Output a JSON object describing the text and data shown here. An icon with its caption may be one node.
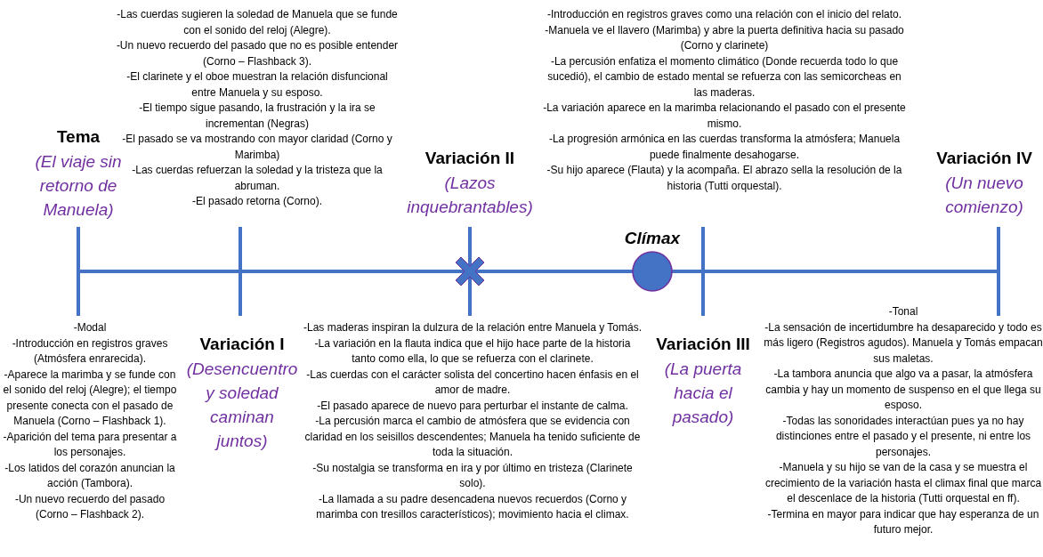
{
  "diagram": {
    "nodes": [
      {
        "text": [
          "Tema",
          "(El viaje sin retorno de Manuela)"
        ],
        "beside": [
          "-Modal",
          "-Introducción en registros graves (Atmósfera enrarecida).",
          "-Aparece la marimba y se funde con el sonido del reloj (Alegre); el tiempo presente conecta con el pasado de Manuela (Corno – Flashback 1).",
          "-Aparición del tema para presentar a los personajes.",
          "-Los latidos del corazón anuncian la acción (Tambora).",
          "-Un nuevo recuerdo del pasado (Corno – Flashback 2)."
        ]
      },
      {
        "text": [
          "Variación I",
          "(Desencuentro y soledad caminan juntos)"
        ],
        "beside": [
          "-Las cuerdas sugieren la soledad de Manuela que se funde con el sonido del reloj (Alegre).",
          "-Un nuevo recuerdo del pasado que no es posible entender (Corno – Flashback 3).",
          "-El clarinete y el oboe muestran la relación disfuncional entre Manuela y su esposo.",
          "-El tiempo sigue pasando, la frustración y la ira se incrementan (Negras)",
          "-El pasado se va mostrando con mayor claridad (Corno y Marimba)",
          "-Las cuerdas refuerzan la soledad y la tristeza que la abruman.",
          "-El pasado retorna (Corno)."
        ]
      },
      {
        "text": [
          "Variación II",
          "(Lazos inquebrantables)"
        ],
        "beside": [
          "-Las maderas inspiran la dulzura de la relación entre Manuela y Tomás.",
          "-La variación en la flauta indica que el hijo hace parte de la historia tanto como ella, lo que se refuerza con el clarinete.",
          "-Las cuerdas con el carácter solista del concertino hacen énfasis en el amor de madre.",
          "-El pasado aparece de nuevo para perturbar el instante de calma.",
          "-La percusión marca el cambio de atmósfera que se evidencia con claridad en los seisillos descendentes; Manuela ha tenido suficiente de toda la situación.",
          "-Su nostalgia se transforma en ira y por último en tristeza (Clarinete solo).",
          "-La llamada a su padre desencadena nuevos recuerdos (Corno y marimba con tresillos característicos); movimiento hacia el climax."
        ]
      },
      {
        "text": [
          "Clímax"
        ]
      },
      {
        "text": [
          "Variación III",
          "(La puerta hacia el pasado)"
        ],
        "beside": [
          "-Introducción en registros graves como una relación con el inicio del relato.",
          "-Manuela ve el llavero (Marimba) y abre la puerta definitiva hacia su pasado (Corno y clarinete)",
          "-La percusión enfatiza el momento climático (Donde recuerda todo lo que sucedió), el cambio de estado mental se refuerza con las semicorcheas en las maderas.",
          "-La variación aparece en la marimba relacionando el pasado con el presente mismo.",
          "-La progresión armónica en las cuerdas transforma la atmósfera; Manuela puede finalmente desahogarse.",
          "-Su hijo aparece (Flauta) y la acompaña. El abrazo sella la resolución de la historia (Tutti orquestal)."
        ]
      },
      {
        "text": [
          "Variación IV",
          "(Un nuevo comienzo)"
        ],
        "beside": [
          "-Tonal",
          "-La sensación de incertidumbre ha desaparecido y todo es más ligero (Registros agudos). Manuela y Tomás empacan sus maletas.",
          "-La tambora anuncia que algo va a pasar, la atmósfera cambia y hay un momento de suspenso en el que llega su esposo.",
          "-Todas las sonoridades interactúan pues ya no hay distinciones entre el pasado y el presente, ni entre los personajes.",
          "-Manuela y su hijo se van de la casa y se muestra el crecimiento de la variación hasta el climax final que marca el descenlace de la historia (Tutti orquestal en ff).",
          "-Termina en mayor para indicar que hay esperanza de un futuro mejor."
        ]
      }
    ]
  }
}
